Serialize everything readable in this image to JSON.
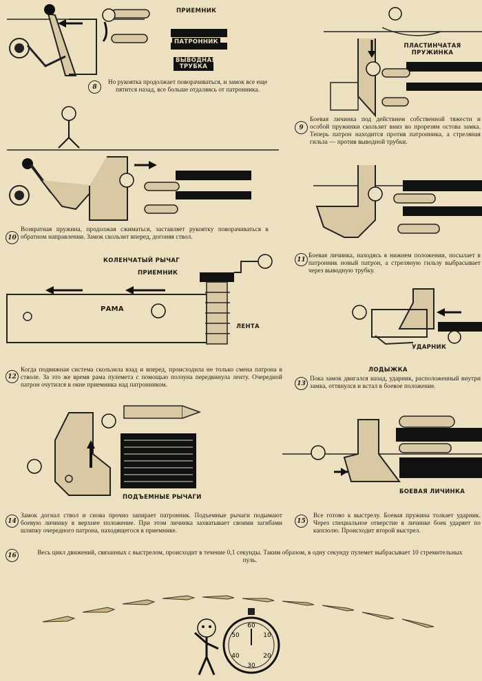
{
  "panels": {
    "p8": {
      "num": "8",
      "caption": "Но рукоятка продолжает поворачиваться, и замок все еще пятится назад, все больше отдаляясь от патронника.",
      "labels": {
        "receiver": "ПРИЕМНИК",
        "chamber": "ПАТРОННИК",
        "ejector": "ВЫВОДНАЯ ТРУБКА"
      }
    },
    "p9": {
      "num": "9",
      "caption": "Боевая личинка под действием собственной тяжести и особой пружинки скользит вниз во прорезям остова замка. Теперь патрон находится против патронника, а стреляная гильза — против выводной трубки.",
      "labels": {
        "spring": "ПЛАСТИНЧАТАЯ ПРУЖИНКА"
      }
    },
    "p10": {
      "num": "10",
      "caption": "Возвратная пружина, продолжая сжиматься, заставляет рукоятку поворачиваться в обратном направлении. Замок скользит вперед, догоняя ствол."
    },
    "p11": {
      "num": "11",
      "caption": "Боевая личинка, находясь в нижнем положении, посылает в патронник новый патрон, а стреляную гильзу выбрасывает через выводную трубку."
    },
    "p12": {
      "num": "12",
      "caption": "Когда подвижная система скользила взад и вперед, происходила не только смена патрона в стволе. За это же время рама пулемета с помощью ползуна передвинула ленту. Очередной патрон очутился в окне приемника над патронником.",
      "labels": {
        "lever": "КОЛЕНЧАТЫЙ РЫЧАГ",
        "receiver": "ПРИЕМНИК",
        "frame": "РАМА",
        "belt": "ЛЕНТА"
      }
    },
    "p13": {
      "num": "13",
      "caption": "Пока замок двигался назад, ударник, расположенный внутри замка, оттянулся и встал в боевое положение.",
      "labels": {
        "striker": "УДАРНИК",
        "boat": "ЛОДЫЖКА"
      }
    },
    "p14": {
      "num": "14",
      "caption": "Замок догнал ствол и снова прочно запирает патронник. Подъемные рычаги подымают боевую личинку в верхнее положение. При этом личинка захватывает своими загибами шляпку очередного патрона, находящегося в приемнике.",
      "labels": {
        "levers": "ПОДЪЕМНЫЕ РЫЧАГИ"
      }
    },
    "p15": {
      "num": "15",
      "caption": "Все готово к выстрелу. Боевая пружина толкает ударник. Через специальное отверстие в личинке боек ударяет по капсюлю. Происходит второй выстрел.",
      "labels": {
        "lock": "БОЕВАЯ ЛИЧИНКА"
      }
    },
    "p16": {
      "num": "16",
      "caption": "Весь цикл движений, связанных с выстрелом, происходит в течение 0,1 секунды. Таким образом, в одну секунду пулемет выбрасывает 10 стремительных пуль."
    }
  },
  "stopwatch": {
    "ticks": [
      "60",
      "10",
      "20",
      "30",
      "40",
      "50"
    ]
  }
}
